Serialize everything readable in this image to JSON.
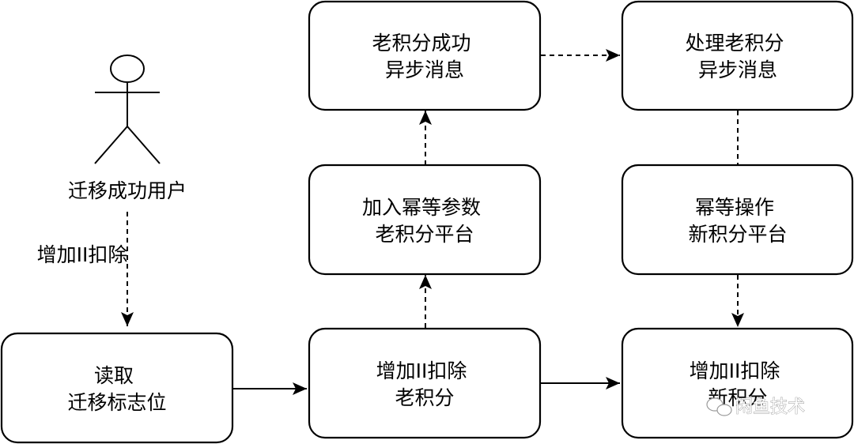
{
  "actor": {
    "label": "迁移成功用户"
  },
  "edge_labels": {
    "actor_to_read": "增加II扣除"
  },
  "nodes": {
    "read_flag": {
      "lines": [
        "读取",
        "迁移标志位"
      ]
    },
    "old_deduct": {
      "lines": [
        "增加II扣除",
        "老积分"
      ]
    },
    "old_idem": {
      "lines": [
        "加入幂等参数",
        "老积分平台"
      ]
    },
    "old_msg": {
      "lines": [
        "老积分成功",
        "异步消息"
      ]
    },
    "handle_msg": {
      "lines": [
        "处理老积分",
        "异步消息"
      ]
    },
    "new_idem": {
      "lines": [
        "幂等操作",
        "新积分平台"
      ]
    },
    "new_deduct": {
      "lines": [
        "增加II扣除",
        "新积分"
      ]
    }
  },
  "watermark": {
    "text": "闲鱼技术"
  }
}
